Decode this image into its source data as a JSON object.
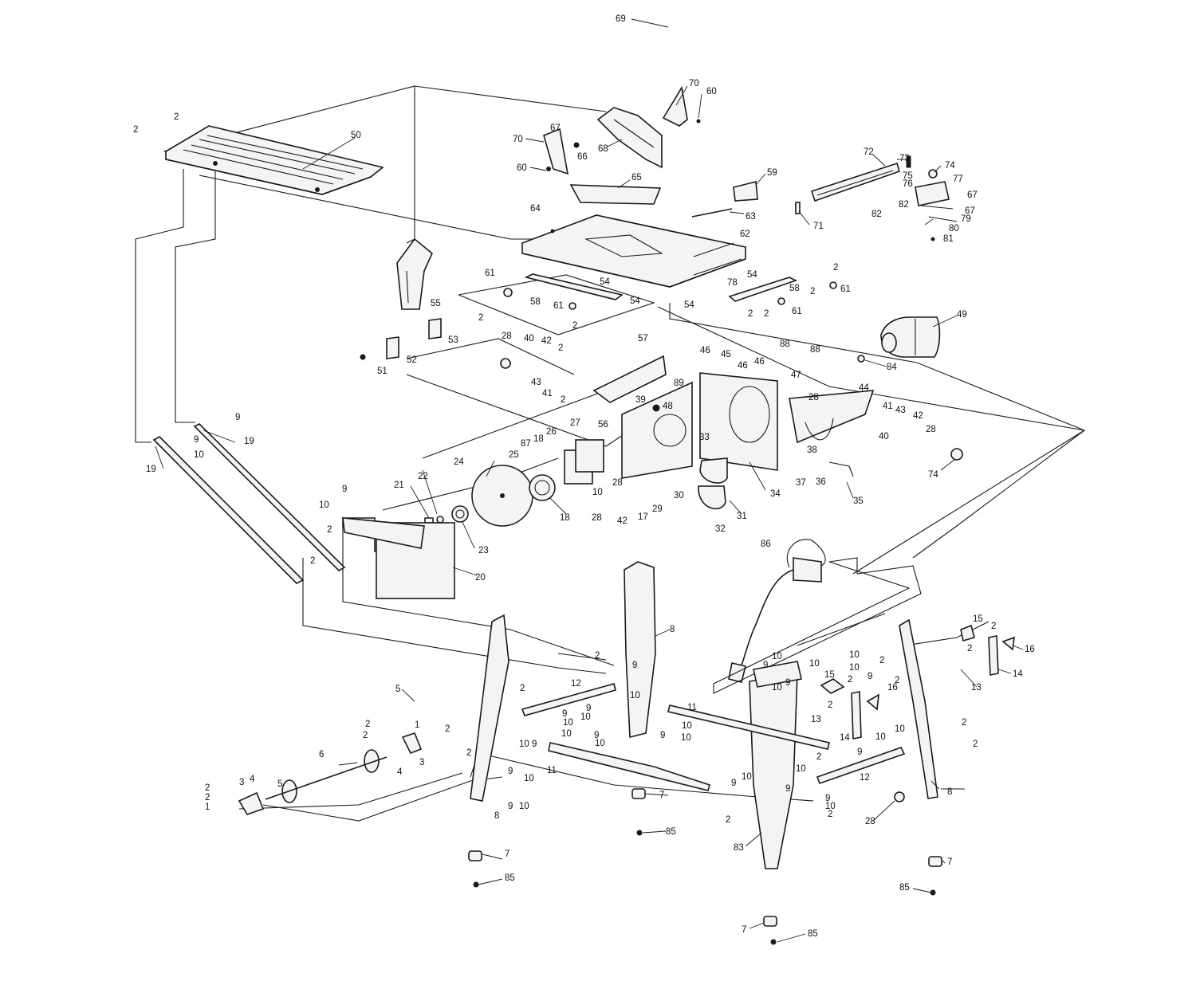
{
  "callouts": [
    {
      "id": "c69",
      "text": "69"
    },
    {
      "id": "c70a",
      "text": "70"
    },
    {
      "id": "c60a",
      "text": "60"
    },
    {
      "id": "c70b",
      "text": "70"
    },
    {
      "id": "c67a",
      "text": "67"
    },
    {
      "id": "c68",
      "text": "68"
    },
    {
      "id": "c66",
      "text": "66"
    },
    {
      "id": "c60b",
      "text": "60"
    },
    {
      "id": "c65",
      "text": "65"
    },
    {
      "id": "c59",
      "text": "59"
    },
    {
      "id": "c63",
      "text": "63"
    },
    {
      "id": "c64",
      "text": "64"
    },
    {
      "id": "c62",
      "text": "62"
    },
    {
      "id": "c2a",
      "text": "2"
    },
    {
      "id": "c2b",
      "text": "2"
    },
    {
      "id": "c50",
      "text": "50"
    },
    {
      "id": "c72",
      "text": "72"
    },
    {
      "id": "c73",
      "text": "73"
    },
    {
      "id": "c74a",
      "text": "74"
    },
    {
      "id": "c75",
      "text": "75"
    },
    {
      "id": "c76",
      "text": "76"
    },
    {
      "id": "c77",
      "text": "77"
    },
    {
      "id": "c67b",
      "text": "67"
    },
    {
      "id": "c67c",
      "text": "67"
    },
    {
      "id": "c82a",
      "text": "82"
    },
    {
      "id": "c82b",
      "text": "82"
    },
    {
      "id": "c79",
      "text": "79"
    },
    {
      "id": "c80",
      "text": "80"
    },
    {
      "id": "c81",
      "text": "81"
    },
    {
      "id": "c71",
      "text": "71"
    },
    {
      "id": "c61a",
      "text": "61"
    },
    {
      "id": "c54a",
      "text": "54"
    },
    {
      "id": "c58a",
      "text": "58"
    },
    {
      "id": "c54b",
      "text": "54"
    },
    {
      "id": "c61b",
      "text": "61"
    },
    {
      "id": "c2c",
      "text": "2"
    },
    {
      "id": "c2d",
      "text": "2"
    },
    {
      "id": "c55",
      "text": "55"
    },
    {
      "id": "c53",
      "text": "53"
    },
    {
      "id": "c52",
      "text": "52"
    },
    {
      "id": "c51",
      "text": "51"
    },
    {
      "id": "c54c",
      "text": "54"
    },
    {
      "id": "c78",
      "text": "78"
    },
    {
      "id": "c58b",
      "text": "58"
    },
    {
      "id": "c54d",
      "text": "54"
    },
    {
      "id": "c2e",
      "text": "2"
    },
    {
      "id": "c2f",
      "text": "2"
    },
    {
      "id": "c61c",
      "text": "61"
    },
    {
      "id": "c2g",
      "text": "2"
    },
    {
      "id": "c2h",
      "text": "2"
    },
    {
      "id": "c61d",
      "text": "61"
    },
    {
      "id": "c49",
      "text": "49"
    },
    {
      "id": "c84",
      "text": "84"
    },
    {
      "id": "c88a",
      "text": "88"
    },
    {
      "id": "c88b",
      "text": "88"
    },
    {
      "id": "c28a",
      "text": "28"
    },
    {
      "id": "c40a",
      "text": "40"
    },
    {
      "id": "c42a",
      "text": "42"
    },
    {
      "id": "c2i",
      "text": "2"
    },
    {
      "id": "c57",
      "text": "57"
    },
    {
      "id": "c43a",
      "text": "43"
    },
    {
      "id": "c41a",
      "text": "41"
    },
    {
      "id": "c2j",
      "text": "2"
    },
    {
      "id": "c46a",
      "text": "46"
    },
    {
      "id": "c45",
      "text": "45"
    },
    {
      "id": "c46b",
      "text": "46"
    },
    {
      "id": "c46c",
      "text": "46"
    },
    {
      "id": "c89",
      "text": "89"
    },
    {
      "id": "c39",
      "text": "39"
    },
    {
      "id": "c48",
      "text": "48"
    },
    {
      "id": "c47",
      "text": "47"
    },
    {
      "id": "c28b",
      "text": "28"
    },
    {
      "id": "c44",
      "text": "44"
    },
    {
      "id": "c41b",
      "text": "41"
    },
    {
      "id": "c43b",
      "text": "43"
    },
    {
      "id": "c42b",
      "text": "42"
    },
    {
      "id": "c28c",
      "text": "28"
    },
    {
      "id": "c40b",
      "text": "40"
    },
    {
      "id": "c74b",
      "text": "74"
    },
    {
      "id": "c9a",
      "text": "9"
    },
    {
      "id": "c19a",
      "text": "19"
    },
    {
      "id": "c9b",
      "text": "9"
    },
    {
      "id": "c10a",
      "text": "10"
    },
    {
      "id": "c19b",
      "text": "19"
    },
    {
      "id": "c27",
      "text": "27"
    },
    {
      "id": "c56",
      "text": "56"
    },
    {
      "id": "c33",
      "text": "33"
    },
    {
      "id": "c26",
      "text": "26"
    },
    {
      "id": "c87",
      "text": "87"
    },
    {
      "id": "c18a",
      "text": "18"
    },
    {
      "id": "c25",
      "text": "25"
    },
    {
      "id": "c24",
      "text": "24"
    },
    {
      "id": "c22",
      "text": "22"
    },
    {
      "id": "c21",
      "text": "21"
    },
    {
      "id": "c18b",
      "text": "18"
    },
    {
      "id": "c28d",
      "text": "28"
    },
    {
      "id": "c10b",
      "text": "10"
    },
    {
      "id": "c30",
      "text": "30"
    },
    {
      "id": "c29",
      "text": "29"
    },
    {
      "id": "c28e",
      "text": "28"
    },
    {
      "id": "c42c",
      "text": "42"
    },
    {
      "id": "c17",
      "text": "17"
    },
    {
      "id": "c38",
      "text": "38"
    },
    {
      "id": "c37",
      "text": "37"
    },
    {
      "id": "c36",
      "text": "36"
    },
    {
      "id": "c34",
      "text": "34"
    },
    {
      "id": "c35",
      "text": "35"
    },
    {
      "id": "c31",
      "text": "31"
    },
    {
      "id": "c32",
      "text": "32"
    },
    {
      "id": "c9c",
      "text": "9"
    },
    {
      "id": "c10c",
      "text": "10"
    },
    {
      "id": "c23",
      "text": "23"
    },
    {
      "id": "c2k",
      "text": "2"
    },
    {
      "id": "c2l",
      "text": "2"
    },
    {
      "id": "c20",
      "text": "20"
    },
    {
      "id": "c86",
      "text": "86"
    },
    {
      "id": "c8a",
      "text": "8"
    },
    {
      "id": "c2m",
      "text": "2"
    },
    {
      "id": "c9d",
      "text": "9"
    },
    {
      "id": "c10d",
      "text": "10"
    },
    {
      "id": "c12a",
      "text": "12"
    },
    {
      "id": "c2n",
      "text": "2"
    },
    {
      "id": "c9e",
      "text": "9"
    },
    {
      "id": "c10e",
      "text": "10"
    },
    {
      "id": "c10f",
      "text": "10"
    },
    {
      "id": "c9f",
      "text": "9"
    },
    {
      "id": "c10g",
      "text": "10"
    },
    {
      "id": "c9g",
      "text": "9"
    },
    {
      "id": "c10h",
      "text": "10"
    },
    {
      "id": "c5a",
      "text": "5"
    },
    {
      "id": "c2o",
      "text": "2"
    },
    {
      "id": "c1a",
      "text": "1"
    },
    {
      "id": "c2p",
      "text": "2"
    },
    {
      "id": "c3a",
      "text": "3"
    },
    {
      "id": "c4a",
      "text": "4"
    },
    {
      "id": "c2q",
      "text": "2"
    },
    {
      "id": "c2r",
      "text": "2"
    },
    {
      "id": "c6",
      "text": "6"
    },
    {
      "id": "c5b",
      "text": "5"
    },
    {
      "id": "c2s",
      "text": "2"
    },
    {
      "id": "c2t",
      "text": "2"
    },
    {
      "id": "c3b",
      "text": "3"
    },
    {
      "id": "c4b",
      "text": "4"
    },
    {
      "id": "c1b",
      "text": "1"
    },
    {
      "id": "c11a",
      "text": "11"
    },
    {
      "id": "c9h",
      "text": "9"
    },
    {
      "id": "c10i",
      "text": "10"
    },
    {
      "id": "c9i",
      "text": "9"
    },
    {
      "id": "c10j",
      "text": "10"
    },
    {
      "id": "c8b",
      "text": "8"
    },
    {
      "id": "c7a",
      "text": "7"
    },
    {
      "id": "c85a",
      "text": "85"
    },
    {
      "id": "c9j",
      "text": "9"
    },
    {
      "id": "c10k",
      "text": "10"
    },
    {
      "id": "c7b",
      "text": "7"
    },
    {
      "id": "c85b",
      "text": "85"
    },
    {
      "id": "c11b",
      "text": "11"
    },
    {
      "id": "c10l",
      "text": "10"
    },
    {
      "id": "c9k",
      "text": "9"
    },
    {
      "id": "c10m",
      "text": "10"
    },
    {
      "id": "c9l",
      "text": "9"
    },
    {
      "id": "c10n",
      "text": "10"
    },
    {
      "id": "c15a",
      "text": "15"
    },
    {
      "id": "c2u",
      "text": "2"
    },
    {
      "id": "c2v",
      "text": "2"
    },
    {
      "id": "c13a",
      "text": "13"
    },
    {
      "id": "c14a",
      "text": "14"
    },
    {
      "id": "c16a",
      "text": "16"
    },
    {
      "id": "c10o",
      "text": "10"
    },
    {
      "id": "c2w",
      "text": "2"
    },
    {
      "id": "c10p",
      "text": "10"
    },
    {
      "id": "c9m",
      "text": "9"
    },
    {
      "id": "c2x",
      "text": "2"
    },
    {
      "id": "c10q",
      "text": "10"
    },
    {
      "id": "c9n",
      "text": "9"
    },
    {
      "id": "c10r",
      "text": "10"
    },
    {
      "id": "c9o",
      "text": "9"
    },
    {
      "id": "c10s",
      "text": "10"
    },
    {
      "id": "c2y",
      "text": "2"
    },
    {
      "id": "c12b",
      "text": "12"
    },
    {
      "id": "c9p",
      "text": "9"
    },
    {
      "id": "c10t",
      "text": "10"
    },
    {
      "id": "c9q",
      "text": "9"
    },
    {
      "id": "c10u",
      "text": "10"
    },
    {
      "id": "c2z",
      "text": "2"
    },
    {
      "id": "c2aa",
      "text": "2"
    },
    {
      "id": "c83",
      "text": "83"
    },
    {
      "id": "c7c",
      "text": "7"
    },
    {
      "id": "c85c",
      "text": "85"
    },
    {
      "id": "c15b",
      "text": "15"
    },
    {
      "id": "c2ab",
      "text": "2"
    },
    {
      "id": "c16b",
      "text": "16"
    },
    {
      "id": "c13b",
      "text": "13"
    },
    {
      "id": "c14b",
      "text": "14"
    },
    {
      "id": "c2ac",
      "text": "2"
    },
    {
      "id": "c8c",
      "text": "8"
    },
    {
      "id": "c2ad",
      "text": "2"
    },
    {
      "id": "c28f",
      "text": "28"
    },
    {
      "id": "c7d",
      "text": "7"
    },
    {
      "id": "c85d",
      "text": "85"
    },
    {
      "id": "c10v",
      "text": "10"
    },
    {
      "id": "c2ae",
      "text": "2"
    },
    {
      "id": "c10w",
      "text": "10"
    },
    {
      "id": "c9r",
      "text": "9"
    }
  ]
}
